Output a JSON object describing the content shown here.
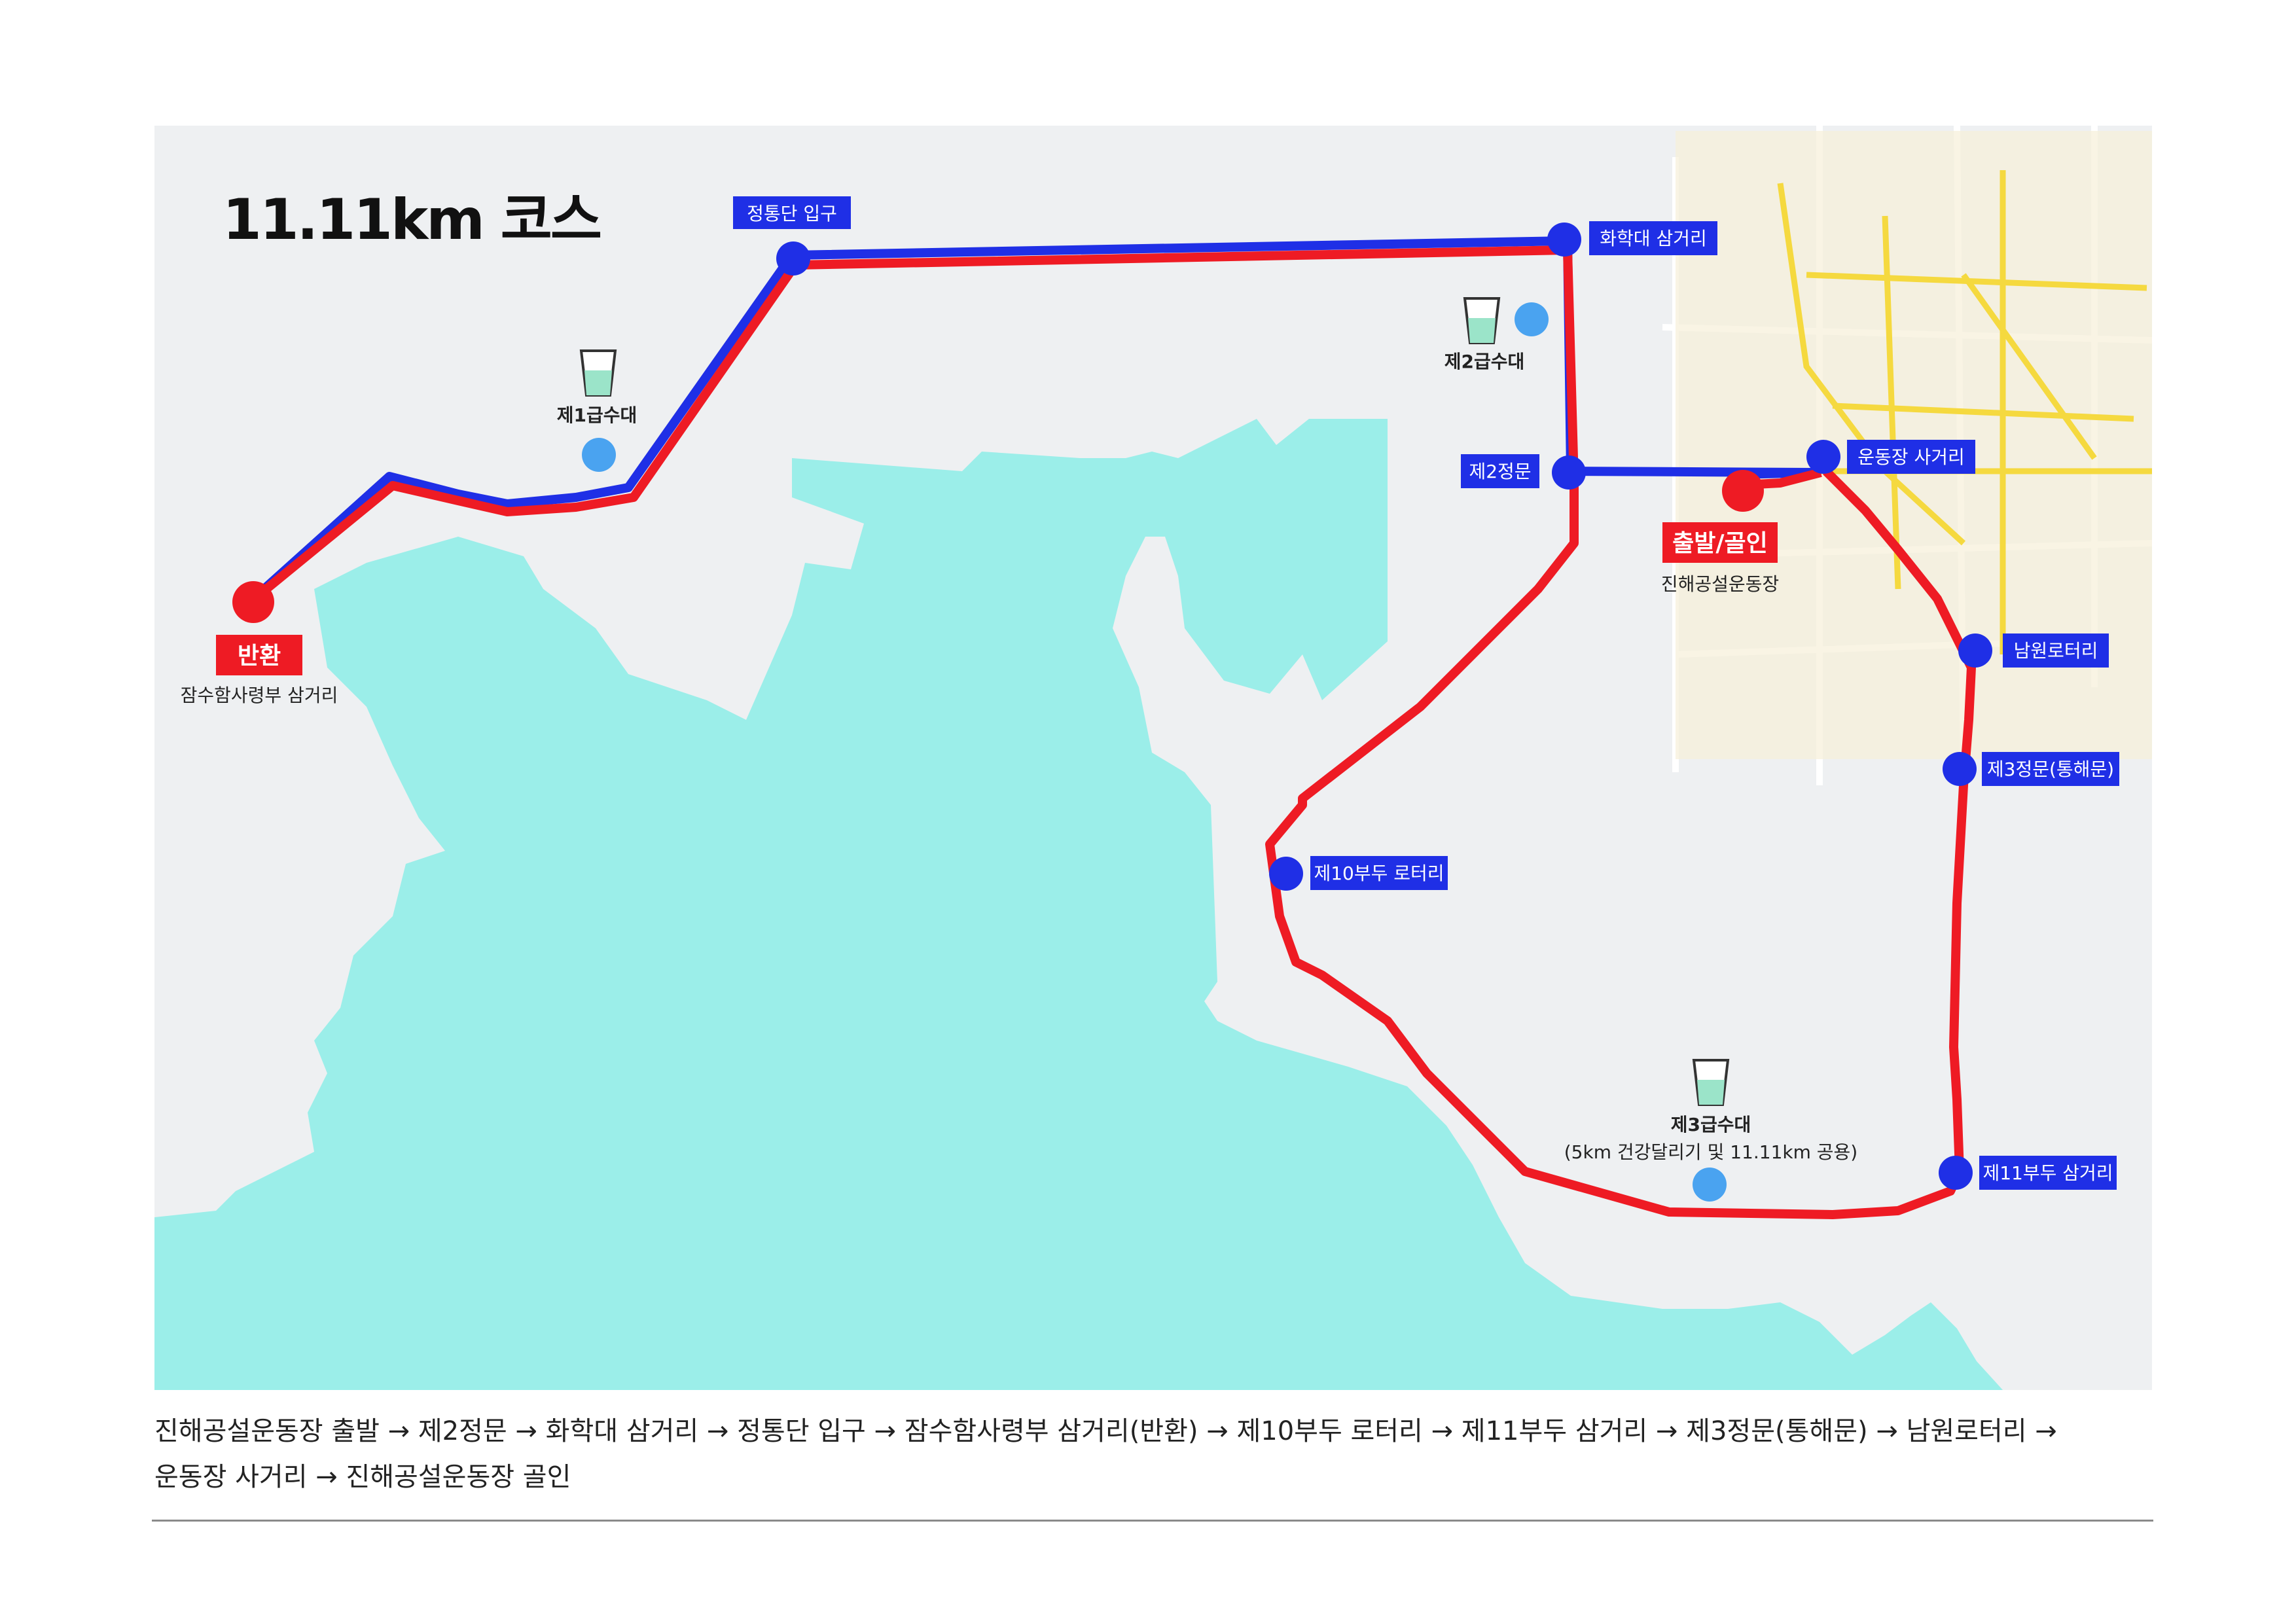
{
  "title": "11.11km 코스",
  "colors": {
    "sea": "#9beee9",
    "land": "#eef0f2",
    "route_outbound": "#1f2fe6",
    "route_return": "#ee1b24",
    "checkpoint": "#1f2fe6",
    "label_bg": "#1f2fe6",
    "start_marker": "#ee1b24",
    "water": "#4aa3f0"
  },
  "checkpoints": {
    "jeongtongdan": "정통단 입구",
    "hwahakdae": "화학대 삼거리",
    "gate2": "제2정문",
    "stadium_crossroad": "운동장 사거리",
    "namwon": "남원로터리",
    "gate3": "제3정문(통해문)",
    "pier10": "제10부두 로터리",
    "pier11": "제11부두 삼거리"
  },
  "start": {
    "label": "출발/골인",
    "sublabel": "진해공설운동장"
  },
  "turn": {
    "label": "반환",
    "sublabel": "잠수함사령부 삼거리"
  },
  "water_stations": {
    "w1": "제1급수대",
    "w2": "제2급수대",
    "w3": "제3급수대",
    "w3_note": "(5km 건강달리기 및 11.11km 공용)"
  },
  "route_description": {
    "line1": "진해공설운동장 출발 → 제2정문 → 화학대 삼거리 → 정통단 입구 → 잠수함사령부 삼거리(반환) → 제10부두 로터리 → 제11부두 삼거리 → 제3정문(통해문) → 남원로터리 →",
    "line2": "운동장 사거리 → 진해공설운동장 골인"
  }
}
